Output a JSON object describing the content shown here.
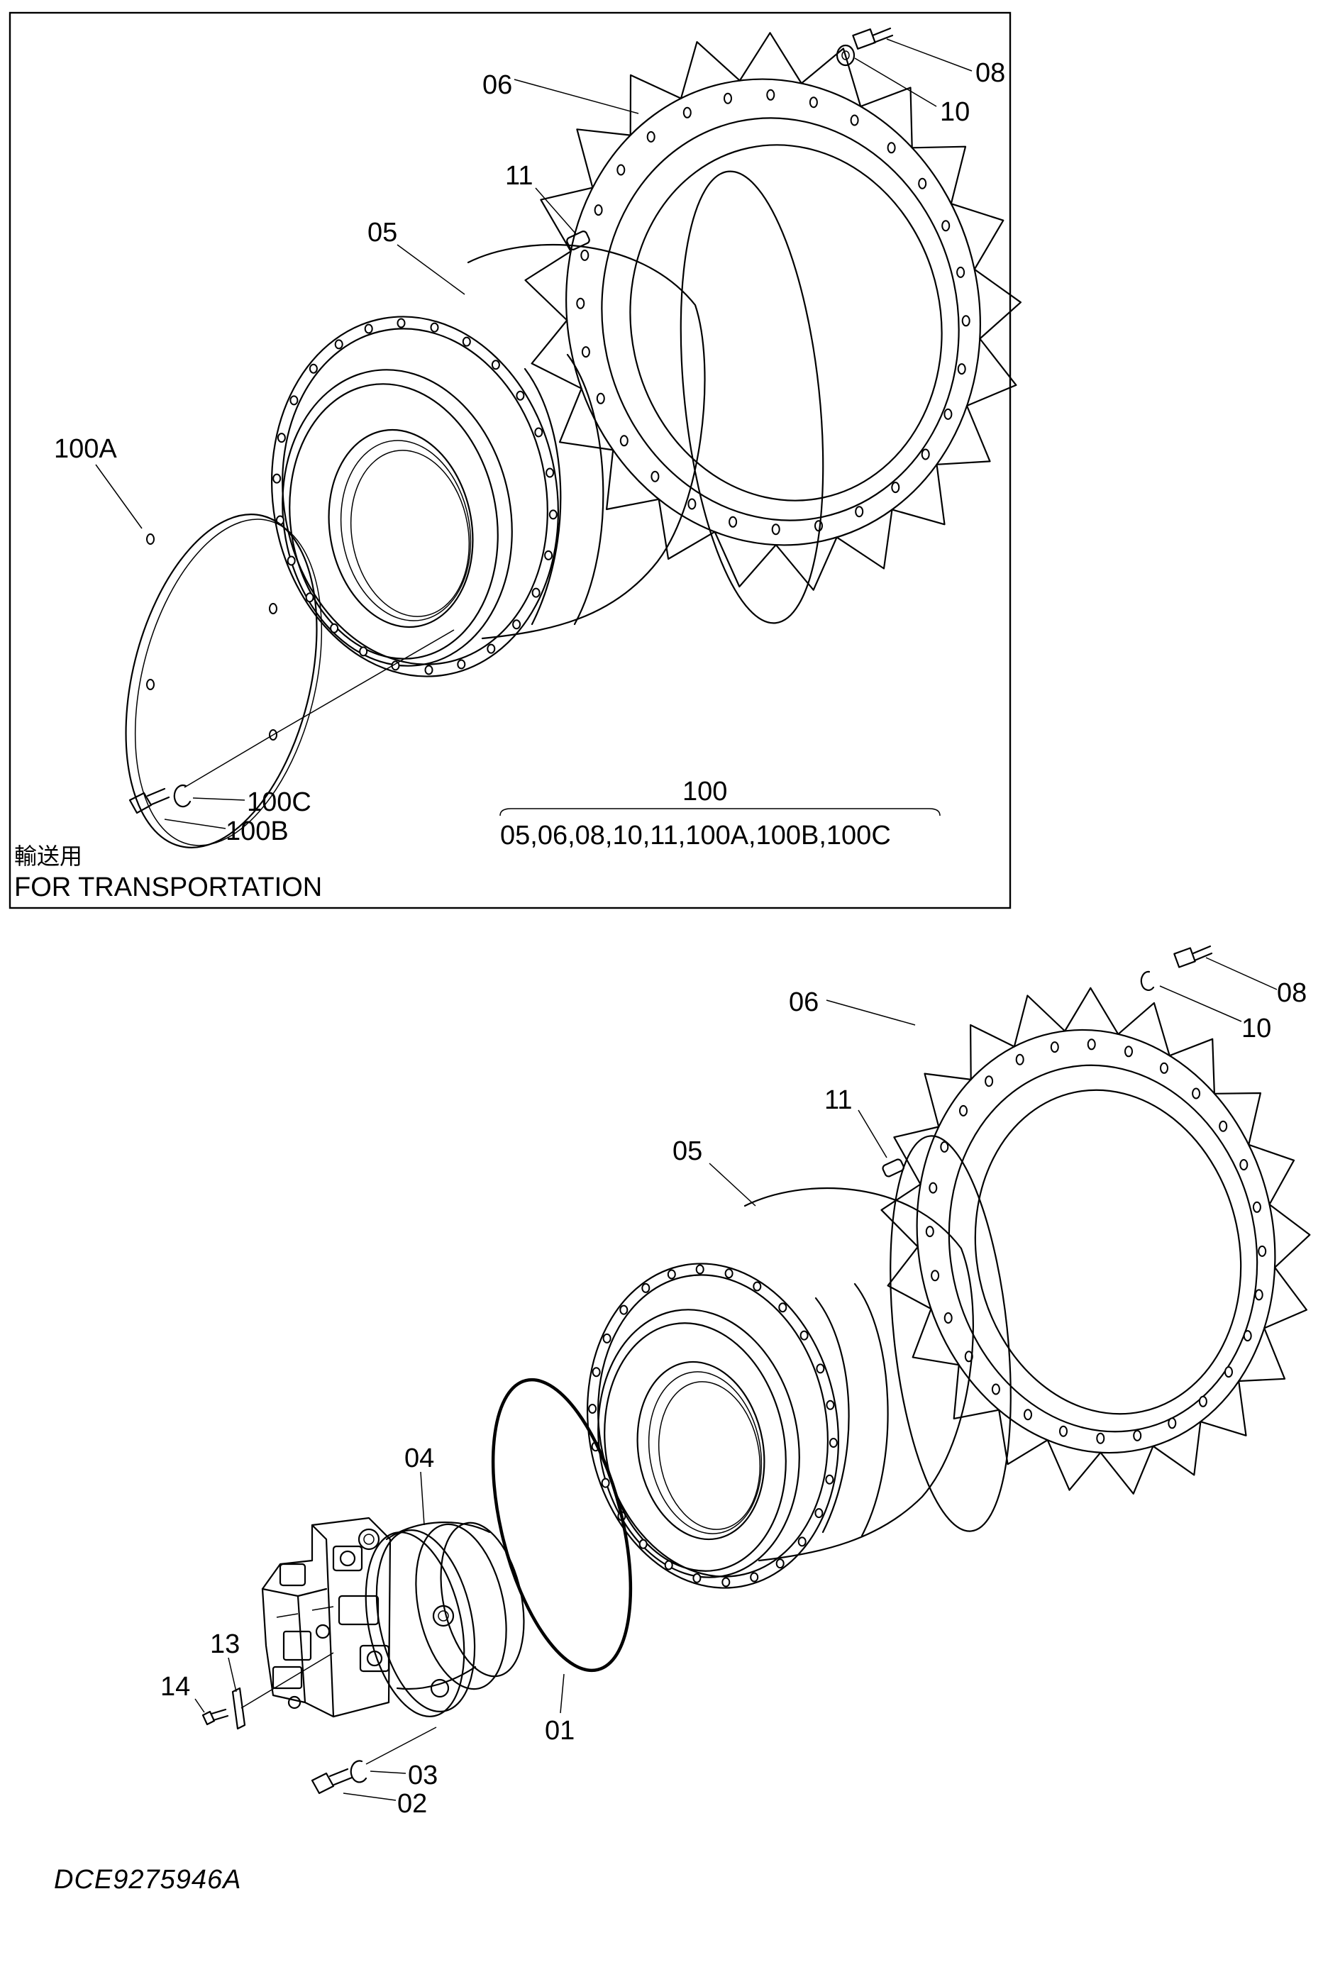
{
  "callouts": {
    "top": {
      "c06": "06",
      "c08": "08",
      "c10": "10",
      "c11": "11",
      "c05": "05",
      "c100a": "100A",
      "c100b": "100B",
      "c100c": "100C",
      "assembly_number": "100",
      "assembly_parts": "05,06,08,10,11,100A,100B,100C"
    },
    "bottom": {
      "c06": "06",
      "c08": "08",
      "c10": "10",
      "c11": "11",
      "c05": "05",
      "c04": "04",
      "c01": "01",
      "c13": "13",
      "c14": "14",
      "c03": "03",
      "c02": "02"
    }
  },
  "notes": {
    "transport_jp": "輸送用",
    "transport_en": "FOR TRANSPORTATION"
  },
  "drawing_code": "DCE9275946A"
}
